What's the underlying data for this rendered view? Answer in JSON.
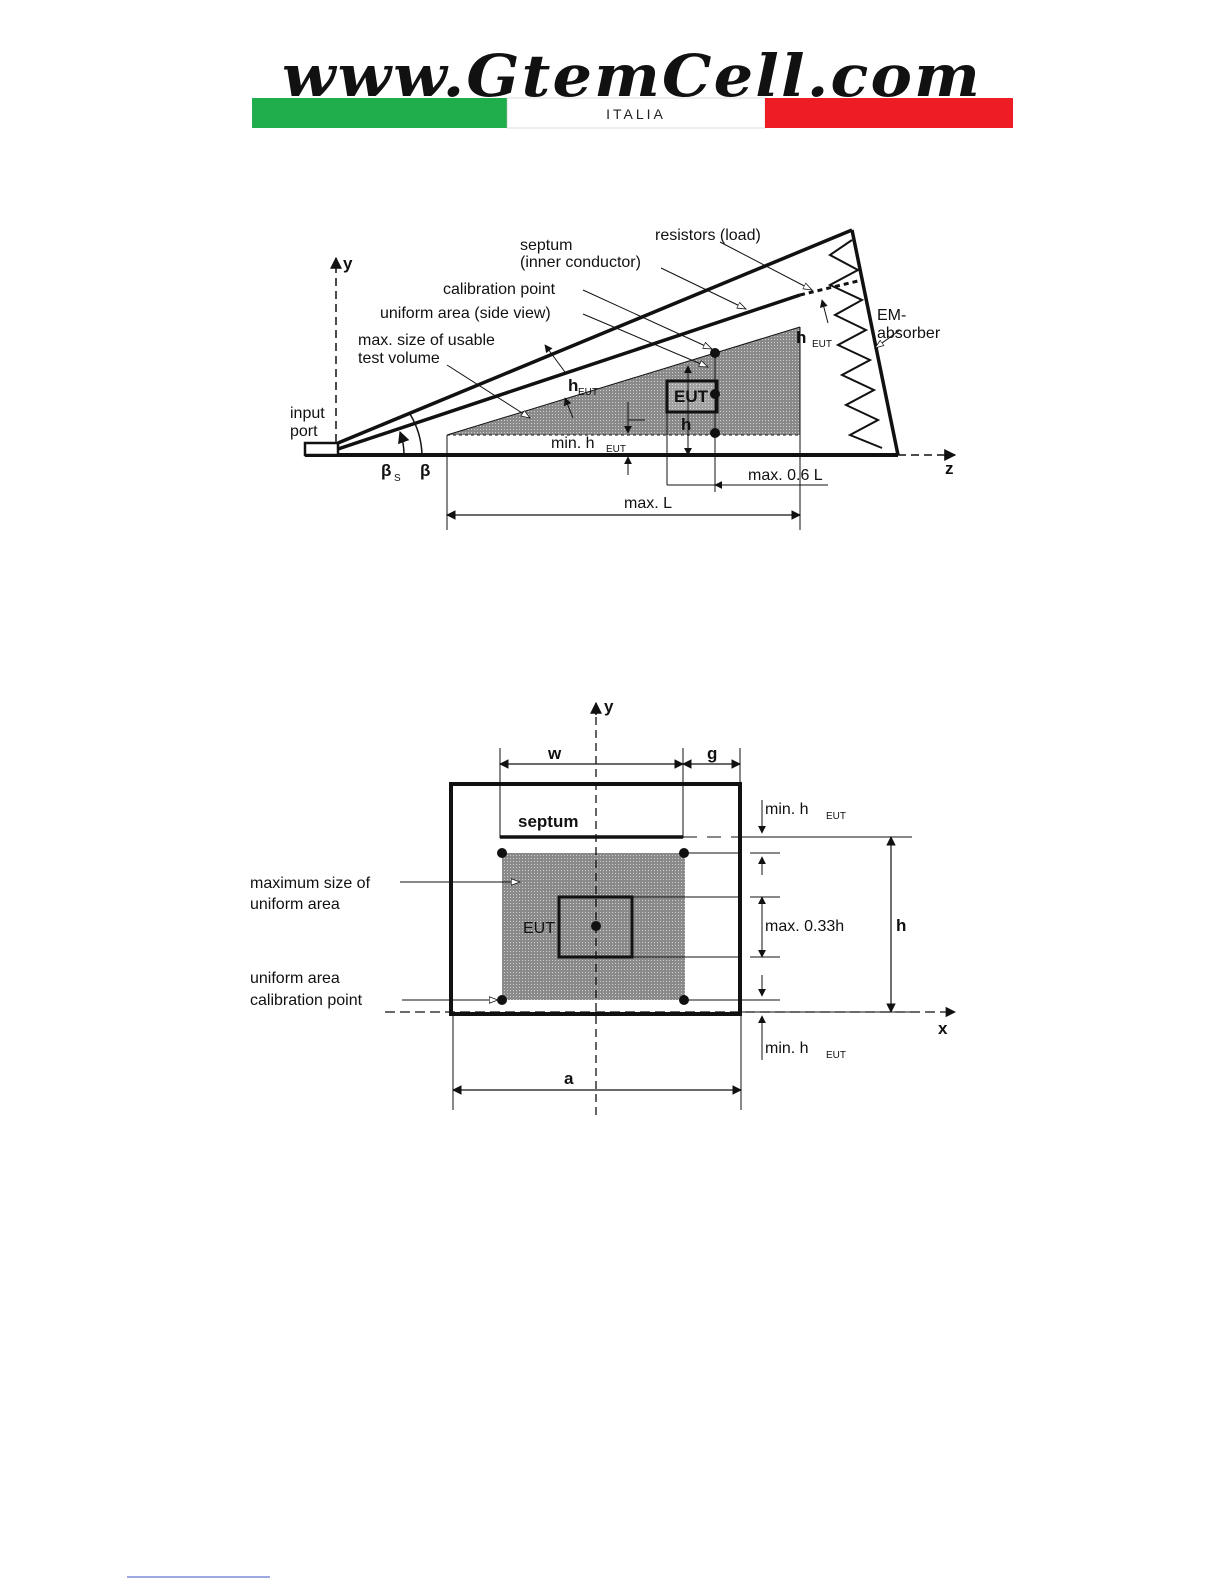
{
  "logo": {
    "text": "www.GtemCell.com",
    "subtitle": "ITALIA",
    "colors": {
      "green": "#1fae4b",
      "white": "#ffffff",
      "red": "#ee1c25"
    }
  },
  "side_view": {
    "labels": {
      "y_axis": "y",
      "z_axis": "z",
      "septum": "septum",
      "inner_conductor": "(inner conductor)",
      "resistors": "resistors (load)",
      "calibration_point": "calibration point",
      "uniform_area": "uniform area (side view)",
      "max_size_1": "max. size of usable",
      "max_size_2": "test volume",
      "input_1": "input",
      "input_2": "port",
      "em_1": "EM-",
      "em_2": "absorber",
      "h": "h",
      "eut_sub": "EUT",
      "eut_box": "EUT",
      "min_h": "min. h",
      "beta_s": "β",
      "beta_s_sub": "S",
      "beta": "β",
      "max_06l": "max. 0.6 L",
      "max_l": "max. L"
    }
  },
  "cross_section": {
    "labels": {
      "y_axis": "y",
      "x_axis": "x",
      "w": "w",
      "g": "g",
      "septum": "septum",
      "min_h_top": "min. h",
      "min_h_bottom": "min. h",
      "eut_sub": "EUT",
      "max_size_1": "maximum size of",
      "max_size_2": "uniform area",
      "uniform_cal_1": "uniform area",
      "uniform_cal_2": "calibration point",
      "eut": "EUT",
      "max_033h": "max. 0.33h",
      "h": "h",
      "a": "a"
    }
  }
}
